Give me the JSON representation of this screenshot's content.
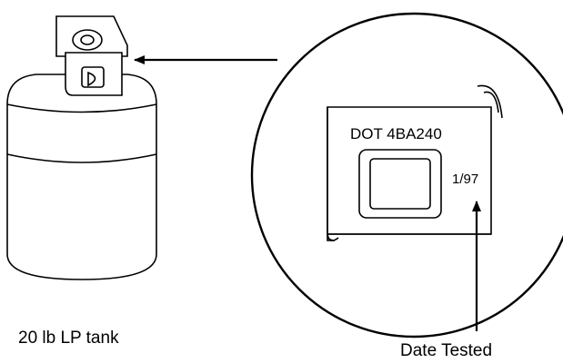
{
  "labels": {
    "tank_caption": "20 lb LP tank",
    "dot_marking": "DOT 4BA240",
    "test_date": "1/97",
    "date_tested": "Date Tested"
  },
  "colors": {
    "line": "#000000",
    "background": "#ffffff"
  }
}
